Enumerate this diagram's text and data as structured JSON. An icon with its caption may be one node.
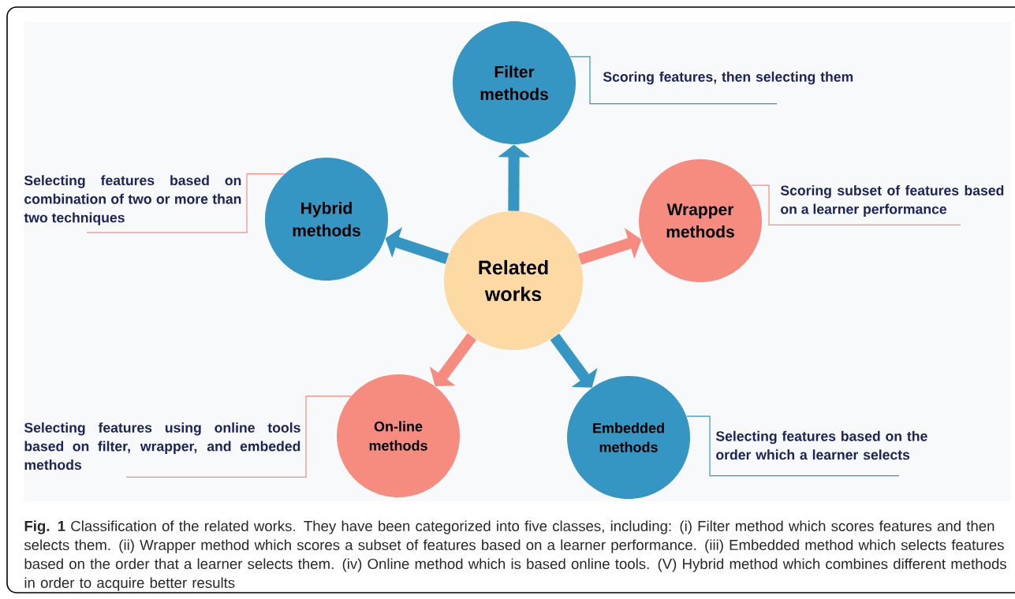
{
  "diagram": {
    "caption": "**Fig. 1** Classification of the related works. They have been categorized into five classes, including: (i) Filter method which scores features and then selects them. (ii) Wrapper method which scores a subset of features based on a learner performance. (iii) Embedded method which selects features based on the order that a learner selects them. (iv) Online method which is based online tools. (V) Hybrid method which combines different methods in order to acquire better results",
    "nodes": [
      {
        "text": [
          "Filter methods"
        ]
      },
      {
        "text": [
          "Scoring features, then selecting them"
        ]
      },
      {
        "text": [
          "Selecting features based on combination of two or more than two techniques"
        ]
      },
      {
        "text": [
          "Hybrid methods"
        ]
      },
      {
        "text": [
          "Wrapper methods"
        ]
      },
      {
        "text": [
          "Scoring subset of features based on a learner performance"
        ]
      },
      {
        "text": [
          "Related works"
        ]
      },
      {
        "text": [
          "Selecting features using online tools based on filter, wrapper, and embeded methods"
        ]
      },
      {
        "text": [
          "On-line methods"
        ]
      },
      {
        "text": [
          "Embedded methods"
        ]
      },
      {
        "text": [
          "Selecting features based on the order which a learner selects"
        ]
      }
    ],
    "edges": [
      {
        "from": 6,
        "to": 0,
        "arrow": "to",
        "style": "thick",
        "color": "#3595c3"
      },
      {
        "from": 6,
        "to": 3,
        "arrow": "to",
        "style": "thick",
        "color": "#3595c3"
      },
      {
        "from": 6,
        "to": 4,
        "arrow": "to",
        "style": "thick",
        "color": "#f68b80"
      },
      {
        "from": 6,
        "to": 8,
        "arrow": "to",
        "style": "thick",
        "color": "#f68b80"
      },
      {
        "from": 6,
        "to": 9,
        "arrow": "to",
        "style": "thick",
        "color": "#3595c3"
      },
      {
        "from": 0,
        "to": 1,
        "arrow": "none",
        "color": "#3595c3"
      },
      {
        "from": 3,
        "to": 2,
        "arrow": "none",
        "color": "#f68b80"
      },
      {
        "from": 4,
        "to": 5,
        "arrow": "none",
        "color": "#f68b80"
      },
      {
        "from": 8,
        "to": 7,
        "arrow": "none",
        "color": "#f68b80"
      },
      {
        "from": 9,
        "to": 10,
        "arrow": "none",
        "color": "#3595c3"
      }
    ]
  }
}
